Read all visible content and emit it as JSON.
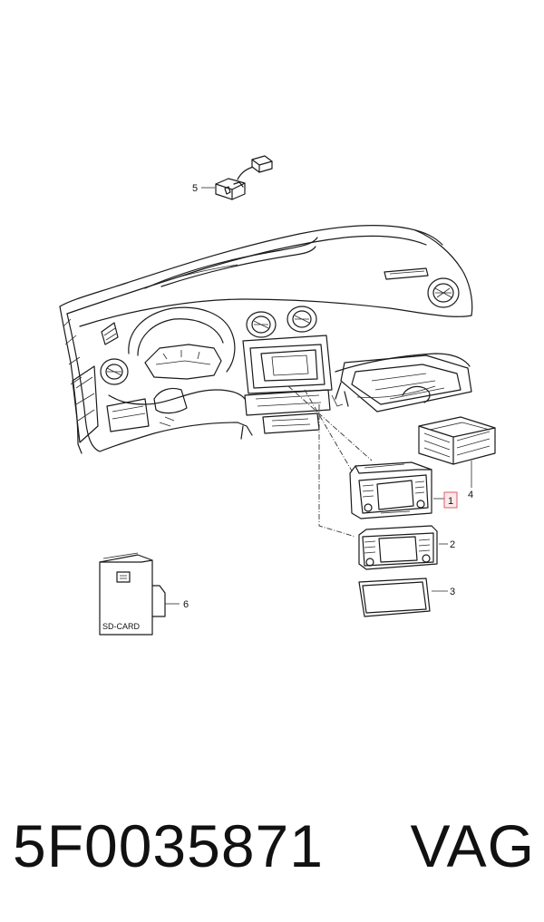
{
  "diagram": {
    "callouts": [
      {
        "id": "1",
        "label": "1",
        "highlighted": true
      },
      {
        "id": "2",
        "label": "2"
      },
      {
        "id": "3",
        "label": "3"
      },
      {
        "id": "4",
        "label": "4"
      },
      {
        "id": "5",
        "label": "5"
      },
      {
        "id": "6",
        "label": "6"
      }
    ],
    "sd_card_label": "SD-CARD",
    "highlight_color": "#e05a6a"
  },
  "footer": {
    "part_number": "5F0035871",
    "brand": "VAG"
  }
}
